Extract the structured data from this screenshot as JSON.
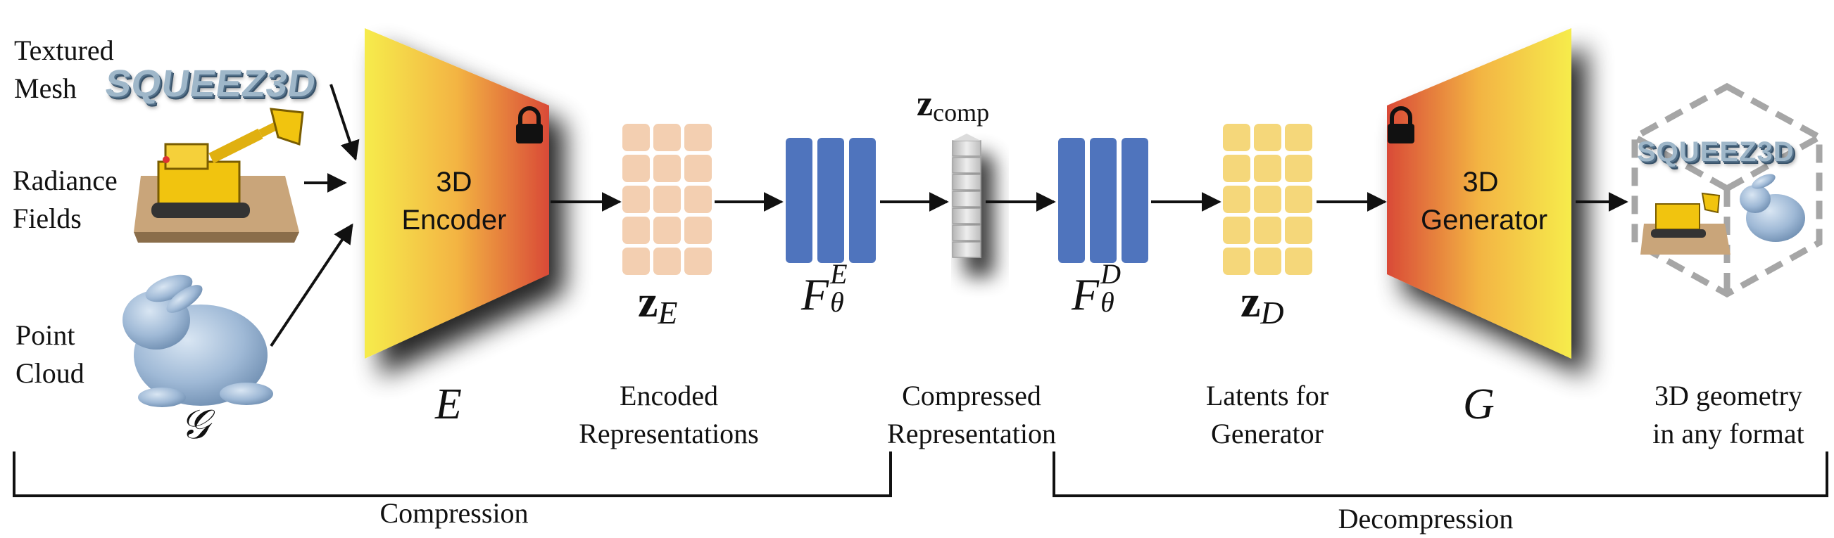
{
  "inputs": {
    "mesh_label": [
      "Textured",
      "Mesh"
    ],
    "radiance_label": [
      "Radiance",
      "Fields"
    ],
    "point_label": [
      "Point",
      "Cloud"
    ],
    "symbol": "𝒢"
  },
  "logo_text": "SQUEEZ3D",
  "encoder": {
    "title": [
      "3D",
      "Encoder"
    ],
    "symbol": "E"
  },
  "encoded": {
    "symbol_base": "z",
    "symbol_sub": "E",
    "caption": [
      "Encoded",
      "Representations"
    ]
  },
  "f_enc": {
    "symbol_base": "F",
    "symbol_sub": "θ",
    "symbol_sup": "E"
  },
  "compressed": {
    "symbol_base": "z",
    "symbol_sub": "comp",
    "caption": [
      "Compressed",
      "Representation"
    ]
  },
  "f_dec": {
    "symbol_base": "F",
    "symbol_sub": "θ",
    "symbol_sup": "D"
  },
  "latents": {
    "symbol_base": "z",
    "symbol_sub": "D",
    "caption": [
      "Latents for",
      "Generator"
    ]
  },
  "generator": {
    "title": [
      "3D",
      "Generator"
    ],
    "symbol": "G"
  },
  "output": {
    "caption": [
      "3D geometry",
      "in any format"
    ]
  },
  "brackets": {
    "compression": "Compression",
    "decompression": "Decompression"
  },
  "colors": {
    "encoded_grid": "#f3cfb1",
    "latent_grid": "#f5d77a",
    "blue_block": "#4f74bd",
    "trapezoid_warm": "#f3e44a",
    "trapezoid_hot": "#db4a37",
    "compressed_stack": "#c9c9c9",
    "point_cloud": "#9fb9d6"
  }
}
